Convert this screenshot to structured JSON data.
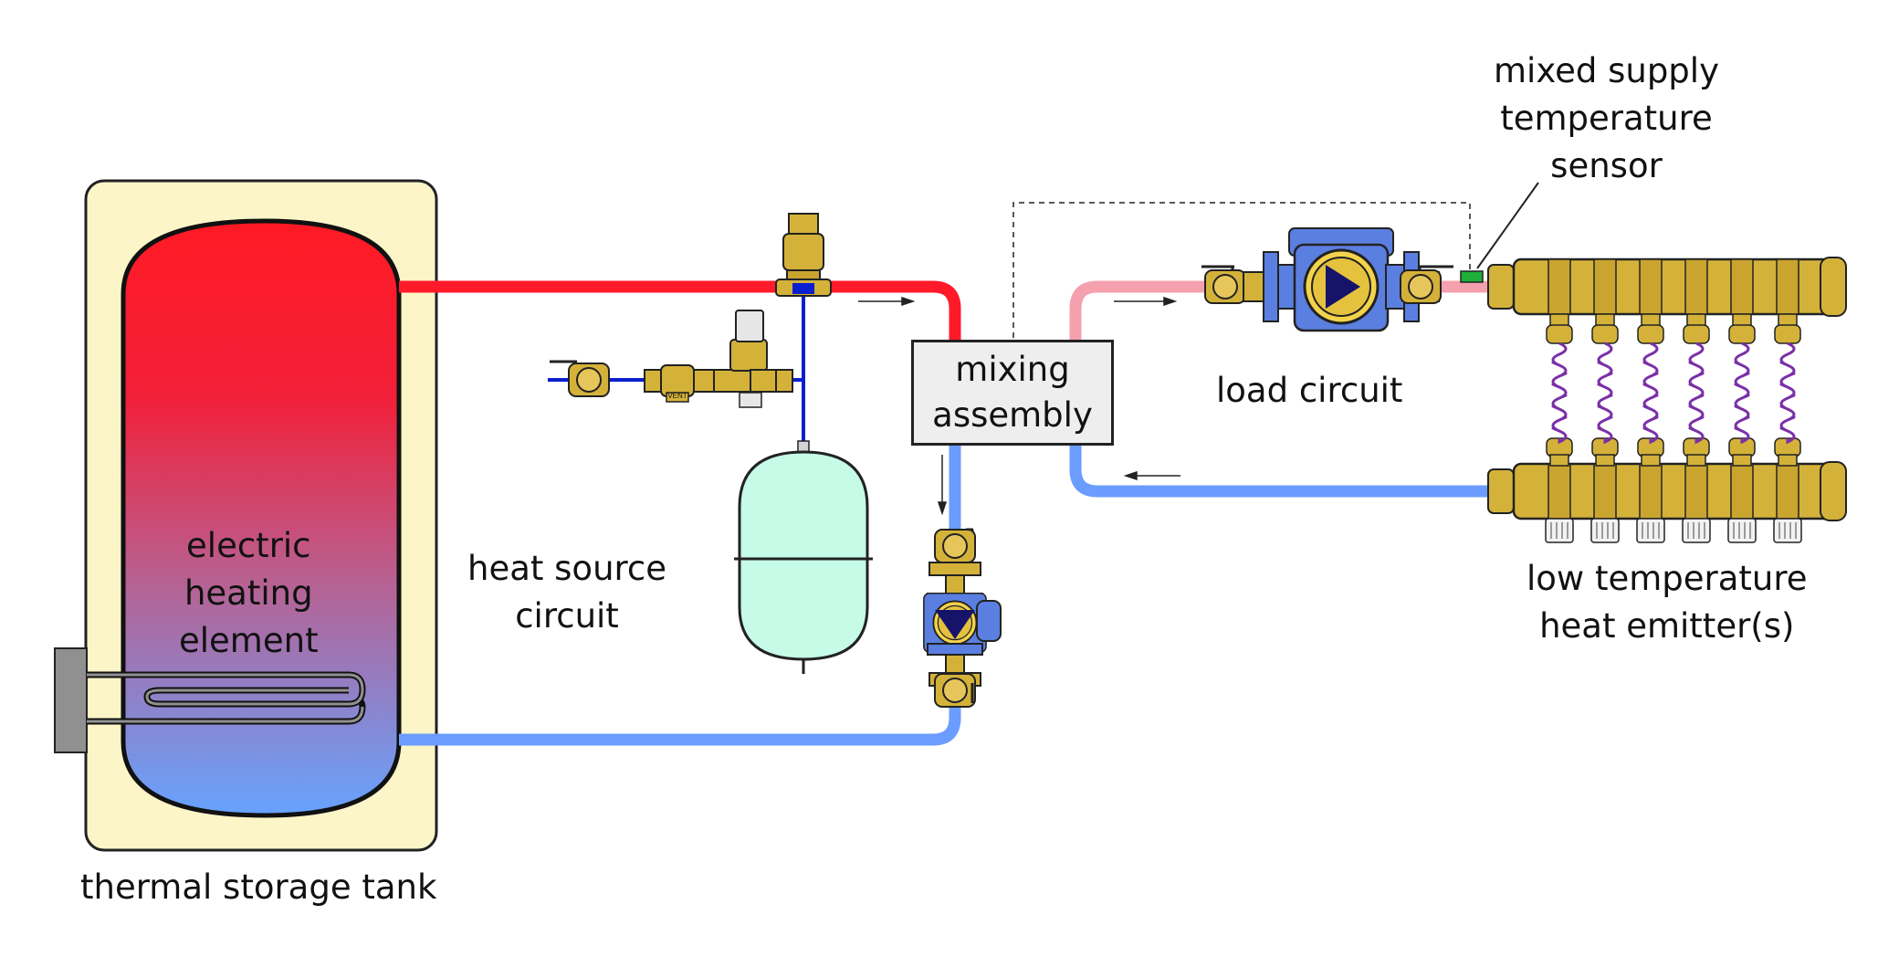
{
  "labels": {
    "tank": "thermal storage tank",
    "element": [
      "electric",
      "heating",
      "element"
    ],
    "heat_source": [
      "heat source",
      "circuit"
    ],
    "mixing": [
      "mixing",
      "assembly"
    ],
    "load": "load circuit",
    "sensor": [
      "mixed supply",
      "temperature",
      "sensor"
    ],
    "emitters": [
      "low temperature",
      "heat emitter(s)"
    ],
    "vent_tag": "VENT"
  },
  "colors": {
    "hot_supply": "#ff1a2a",
    "cool_return": "#6b9cff",
    "mixed_supply": "#f5a0ae",
    "tank_jacket": "#fbf5c8",
    "brass": "#d4b23a",
    "pump_body": "#5b7fe0",
    "expansion_tank": "#c6fbe8",
    "sensor": "#1fae3a",
    "emitter_tube": "#7a2fa8",
    "element_sheath": "#909090"
  }
}
